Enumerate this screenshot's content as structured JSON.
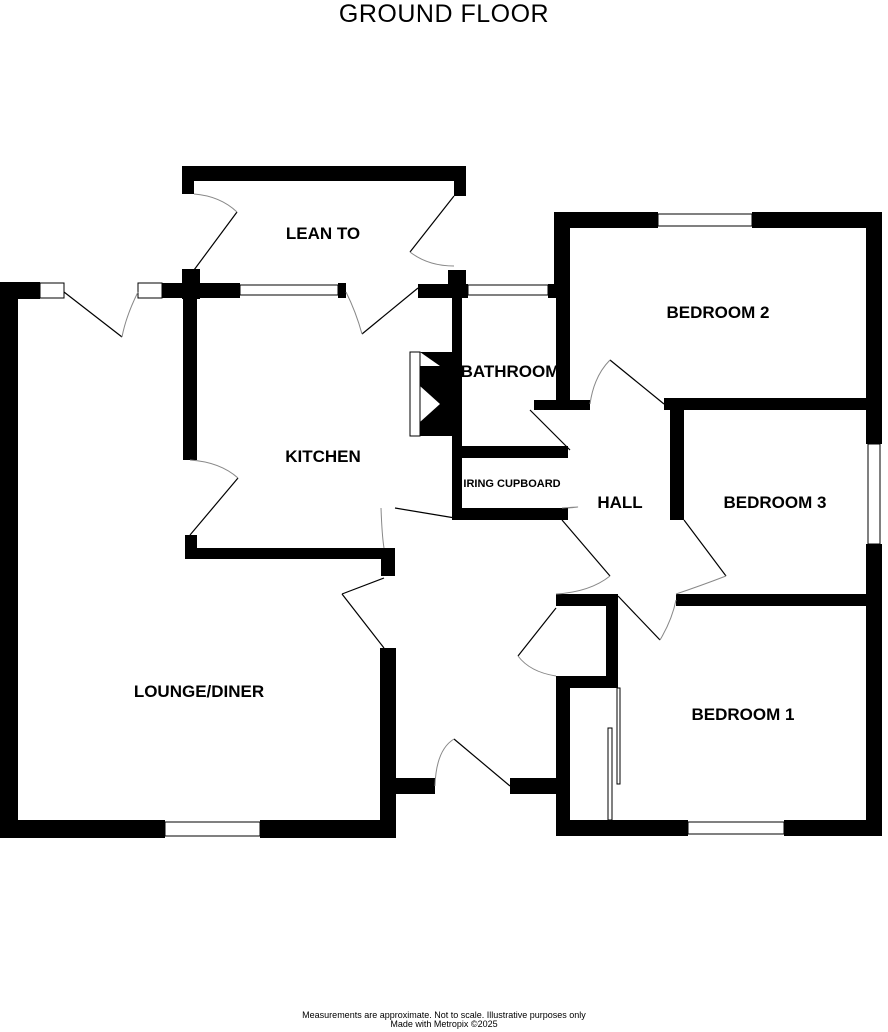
{
  "title": "GROUND FLOOR",
  "rooms": {
    "lean_to": "LEAN TO",
    "bedroom_2": "BEDROOM 2",
    "bathroom": "BATHROOM",
    "kitchen": "KITCHEN",
    "airing_cupboard": "IRING CUPBOARD",
    "hall": "HALL",
    "bedroom_3": "BEDROOM 3",
    "lounge_diner": "LOUNGE/DINER",
    "bedroom_1": "BEDROOM 1"
  },
  "footer": {
    "line1": "Measurements are approximate.  Not to scale.  Illustrative purposes only",
    "line2": "Made with Metropix ©2025"
  },
  "colors": {
    "wall": "#000000",
    "background": "#ffffff"
  }
}
